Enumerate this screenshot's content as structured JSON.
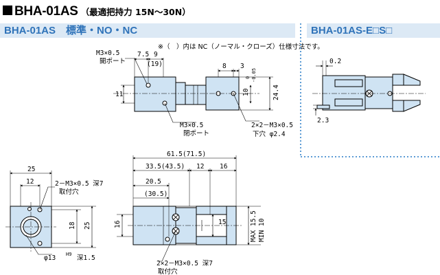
{
  "header": {
    "title": "BHA-01AS",
    "subtitle": "（最適把持力 15N～30N）"
  },
  "sections": {
    "left_title": "BHA-01AS　標準・NO・NC",
    "right_title": "BHA-01AS-E□S□"
  },
  "note": "※（　）内は NC（ノーマル・クローズ）仕様寸法です。",
  "top_view": {
    "port_label_1": "M3×0.5",
    "port_sub_1": "開ポート",
    "dim_7_5": "7.5",
    "dim_9": "9",
    "dim_19": "(19)",
    "dim_8": "8",
    "dim_3": "3",
    "dim_11": "11",
    "tol_0": "0",
    "tol_minus": "-0.05",
    "dim_10": "10",
    "dim_24_4": "24.4",
    "port_label_2": "M3×0.5",
    "port_sub_2": "閉ポート",
    "screw_label": "2×2－M3×0.5",
    "hole_label": "下穴 φ2.4"
  },
  "end_view": {
    "dim_25_top": "25",
    "dim_12": "12",
    "screw_label": "2－M3×0.5 深7",
    "screw_sub": "取付穴",
    "dim_18": "18",
    "dim_25_side": "25",
    "bore_label": "φ13",
    "bore_tol": "H9",
    "bore_depth": "深1.5"
  },
  "side_view": {
    "dim_61_5": "61.5(71.5)",
    "dim_33_5": "33.5(43.5)",
    "dim_12": "12",
    "dim_16_top": "16",
    "dim_20_5": "20.5",
    "dim_30_5": "(30.5)",
    "dim_16_left": "16",
    "dim_15": "15",
    "max_label": "MAX 15.5",
    "min_label": "MIN 10",
    "screw_label": "2×2－M3×0.5 深7",
    "screw_sub": "取付穴"
  },
  "right_view": {
    "dim_0_2": "0.2",
    "dim_2_3": "2.3"
  },
  "colors": {
    "accent": "#2f73b9",
    "band_bg": "#dce9f5",
    "body_fill": "#cfe3f3",
    "separator": "#5b9bd5"
  }
}
